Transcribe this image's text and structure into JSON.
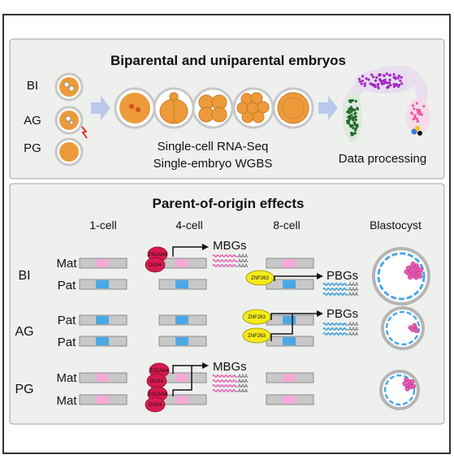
{
  "colors": {
    "panel_bg": "#eef0ee",
    "border": "#333333",
    "embryo_orange": "#ec9a3a",
    "zona": "#c7c7c7",
    "chromosome": "#c8c8c8",
    "maternal_mark": "#f4a9d6",
    "paternal_mark": "#4aa8e6",
    "tf_red": "#d8194f",
    "znf_yellow": "#f4ea1c",
    "wave_pink": "#e667b5",
    "wave_blue": "#3f9fe0",
    "arrow_fill": "#b8c9ec",
    "cluster_purple": "#a229c4",
    "cluster_green": "#1f6b2a",
    "cluster_pink": "#ee5aa8"
  },
  "top_panel": {
    "title": "Biparental and uniparental embryos",
    "embryo_types": [
      "BI",
      "AG",
      "PG"
    ],
    "method_line1": "Single-cell RNA-Seq",
    "method_line2": "Single-embryo WGBS",
    "processing_label": "Data processing"
  },
  "bottom_panel": {
    "title": "Parent-of-origin effects",
    "stages": [
      "1-cell",
      "4-cell",
      "8-cell",
      "Blastocyst"
    ],
    "groups": [
      {
        "name": "BI",
        "rows": [
          "Mat",
          "Pat"
        ]
      },
      {
        "name": "AG",
        "rows": [
          "Pat",
          "Pat"
        ]
      },
      {
        "name": "PG",
        "rows": [
          "Mat",
          "Mat"
        ]
      }
    ],
    "mbg_label": "MBGs",
    "pbg_label": "PBGs",
    "tf_labels": {
      "zscan4": "ZSCAN4",
      "dux4": "DUX4",
      "znf263": "ZNF263"
    },
    "wave_label": "AAA"
  },
  "icons": [
    "embryo-icon",
    "lightning-icon",
    "arrow-icon",
    "scatter-cluster-icon",
    "blastocyst-icon"
  ]
}
